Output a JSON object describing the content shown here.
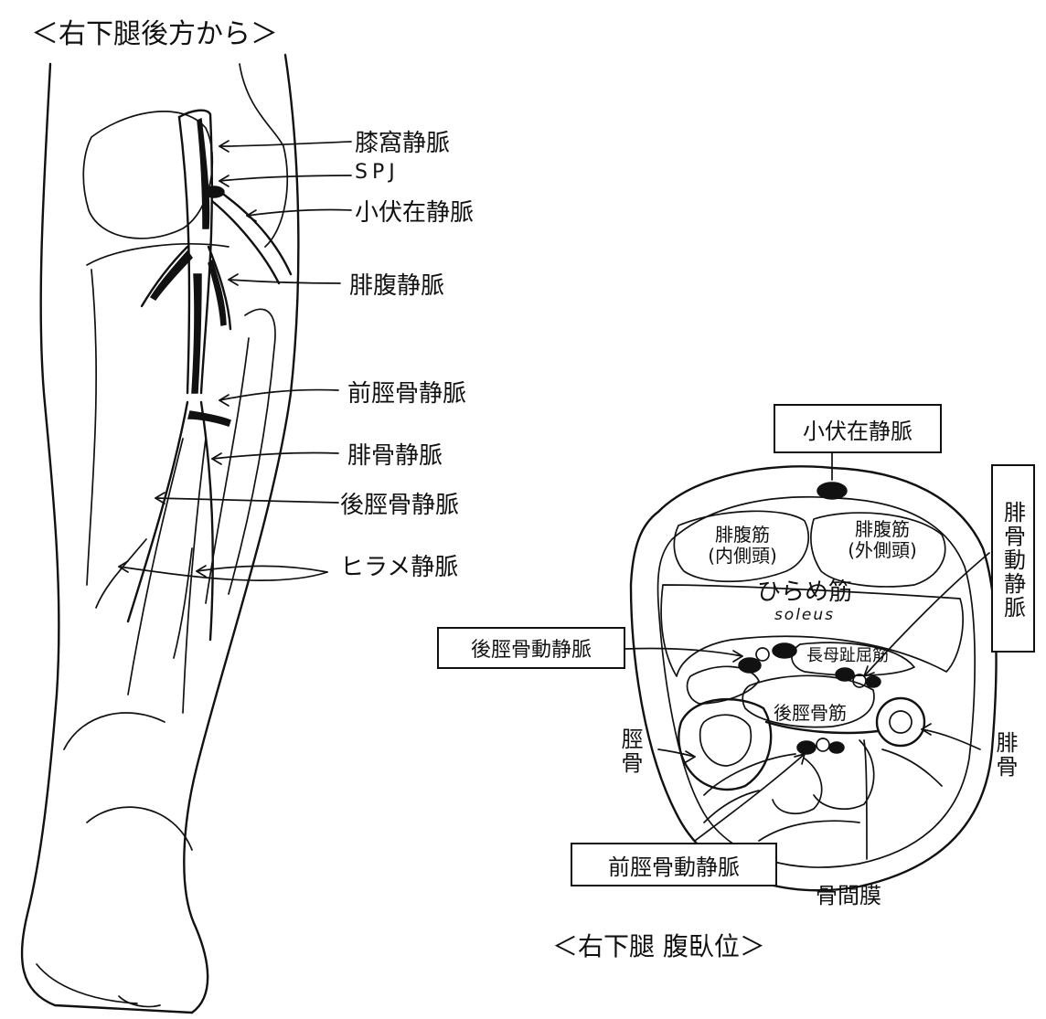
{
  "leg_view": {
    "title": "＜右下腿後方から＞",
    "labels": {
      "popliteal_vein": "膝窩静脈",
      "spj": "SPJ",
      "small_saphenous_vein": "小伏在静脈",
      "gastrocnemius_vein": "腓腹静脈",
      "anterior_tibial_vein": "前脛骨静脈",
      "peroneal_vein": "腓骨静脈",
      "posterior_tibial_vein": "後脛骨静脈",
      "soleal_vein": "ヒラメ静脈"
    }
  },
  "cross_section": {
    "title": "＜右下腿 腹臥位＞",
    "labels": {
      "small_saphenous_vein": "小伏在静脈",
      "peroneal_artery_vein": "腓骨動静脈",
      "posterior_tibial_artery_vein": "後脛骨動静脈",
      "anterior_tibial_artery_vein": "前脛骨動静脈",
      "tibia": "脛骨",
      "fibula": "腓骨",
      "interosseous_membrane": "骨間膜",
      "gastrocnemius_medial": "腓腹筋",
      "gastrocnemius_medial_sub": "(内側頭)",
      "gastrocnemius_lateral": "腓腹筋",
      "gastrocnemius_lateral_sub": "(外側頭)",
      "soleus": "ひらめ筋",
      "soleus_latin": "soleus",
      "flexor_hallucis_longus": "長母趾屈筋",
      "tibialis_posterior": "後脛骨筋"
    }
  }
}
